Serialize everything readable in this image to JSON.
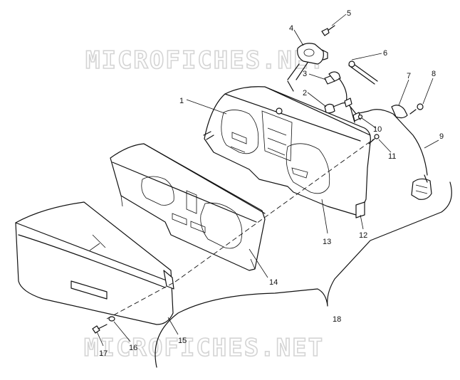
{
  "watermark_text": "MICROFICHES.NET",
  "callouts": [
    "1",
    "2",
    "3",
    "4",
    "5",
    "6",
    "7",
    "8",
    "9",
    "10",
    "11",
    "12",
    "13",
    "14",
    "15",
    "16",
    "17",
    "18"
  ]
}
